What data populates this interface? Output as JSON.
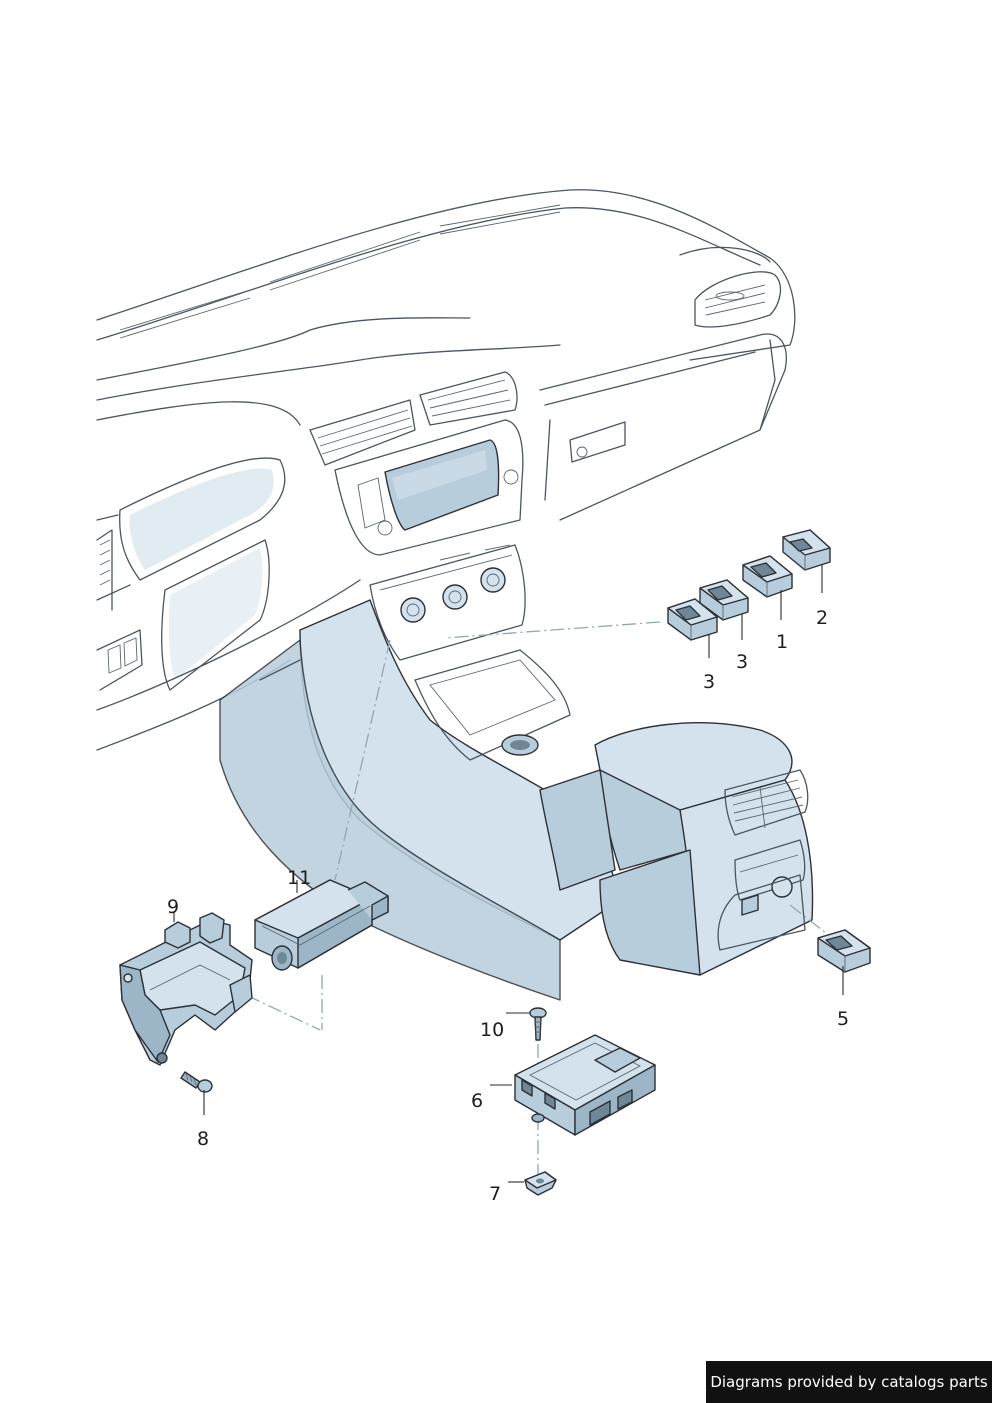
{
  "callouts": {
    "c1": "1",
    "c2": "2",
    "c3a": "3",
    "c3b": "3",
    "c5": "5",
    "c6": "6",
    "c7": "7",
    "c8": "8",
    "c9": "9",
    "c10": "10",
    "c11": "11"
  },
  "footer": {
    "credit": "Diagrams provided by catalogs parts"
  },
  "colors": {
    "part_fill": "#b8cddb",
    "part_shadow": "#6f8797",
    "outline": "#4b5661",
    "dash_line": "#8fa7b8",
    "banner": "#111111"
  }
}
